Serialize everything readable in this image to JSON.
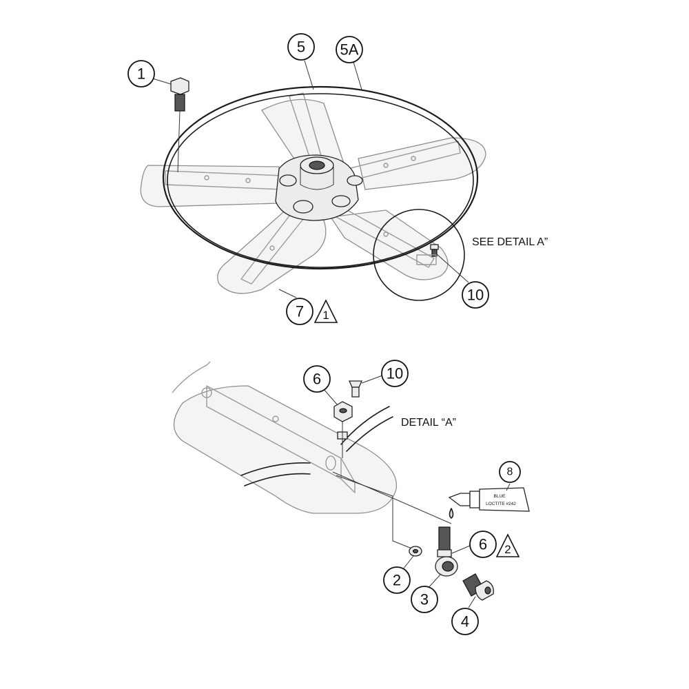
{
  "callouts": {
    "c1": "1",
    "c5": "5",
    "c5a": "5A",
    "c7": "7",
    "c10_top": "10",
    "c6_detail": "6",
    "c10_detail": "10",
    "c8": "8",
    "c6_lower": "6",
    "c2": "2",
    "c3": "3",
    "c4": "4"
  },
  "notes": {
    "note_1": "1",
    "note_2": "2"
  },
  "labels": {
    "see_detail": "SEE DETAIL  A”",
    "detail_title": "DETAIL “A”"
  },
  "tube": {
    "line1": "BLUE",
    "line2": "LOCTITE #242"
  }
}
